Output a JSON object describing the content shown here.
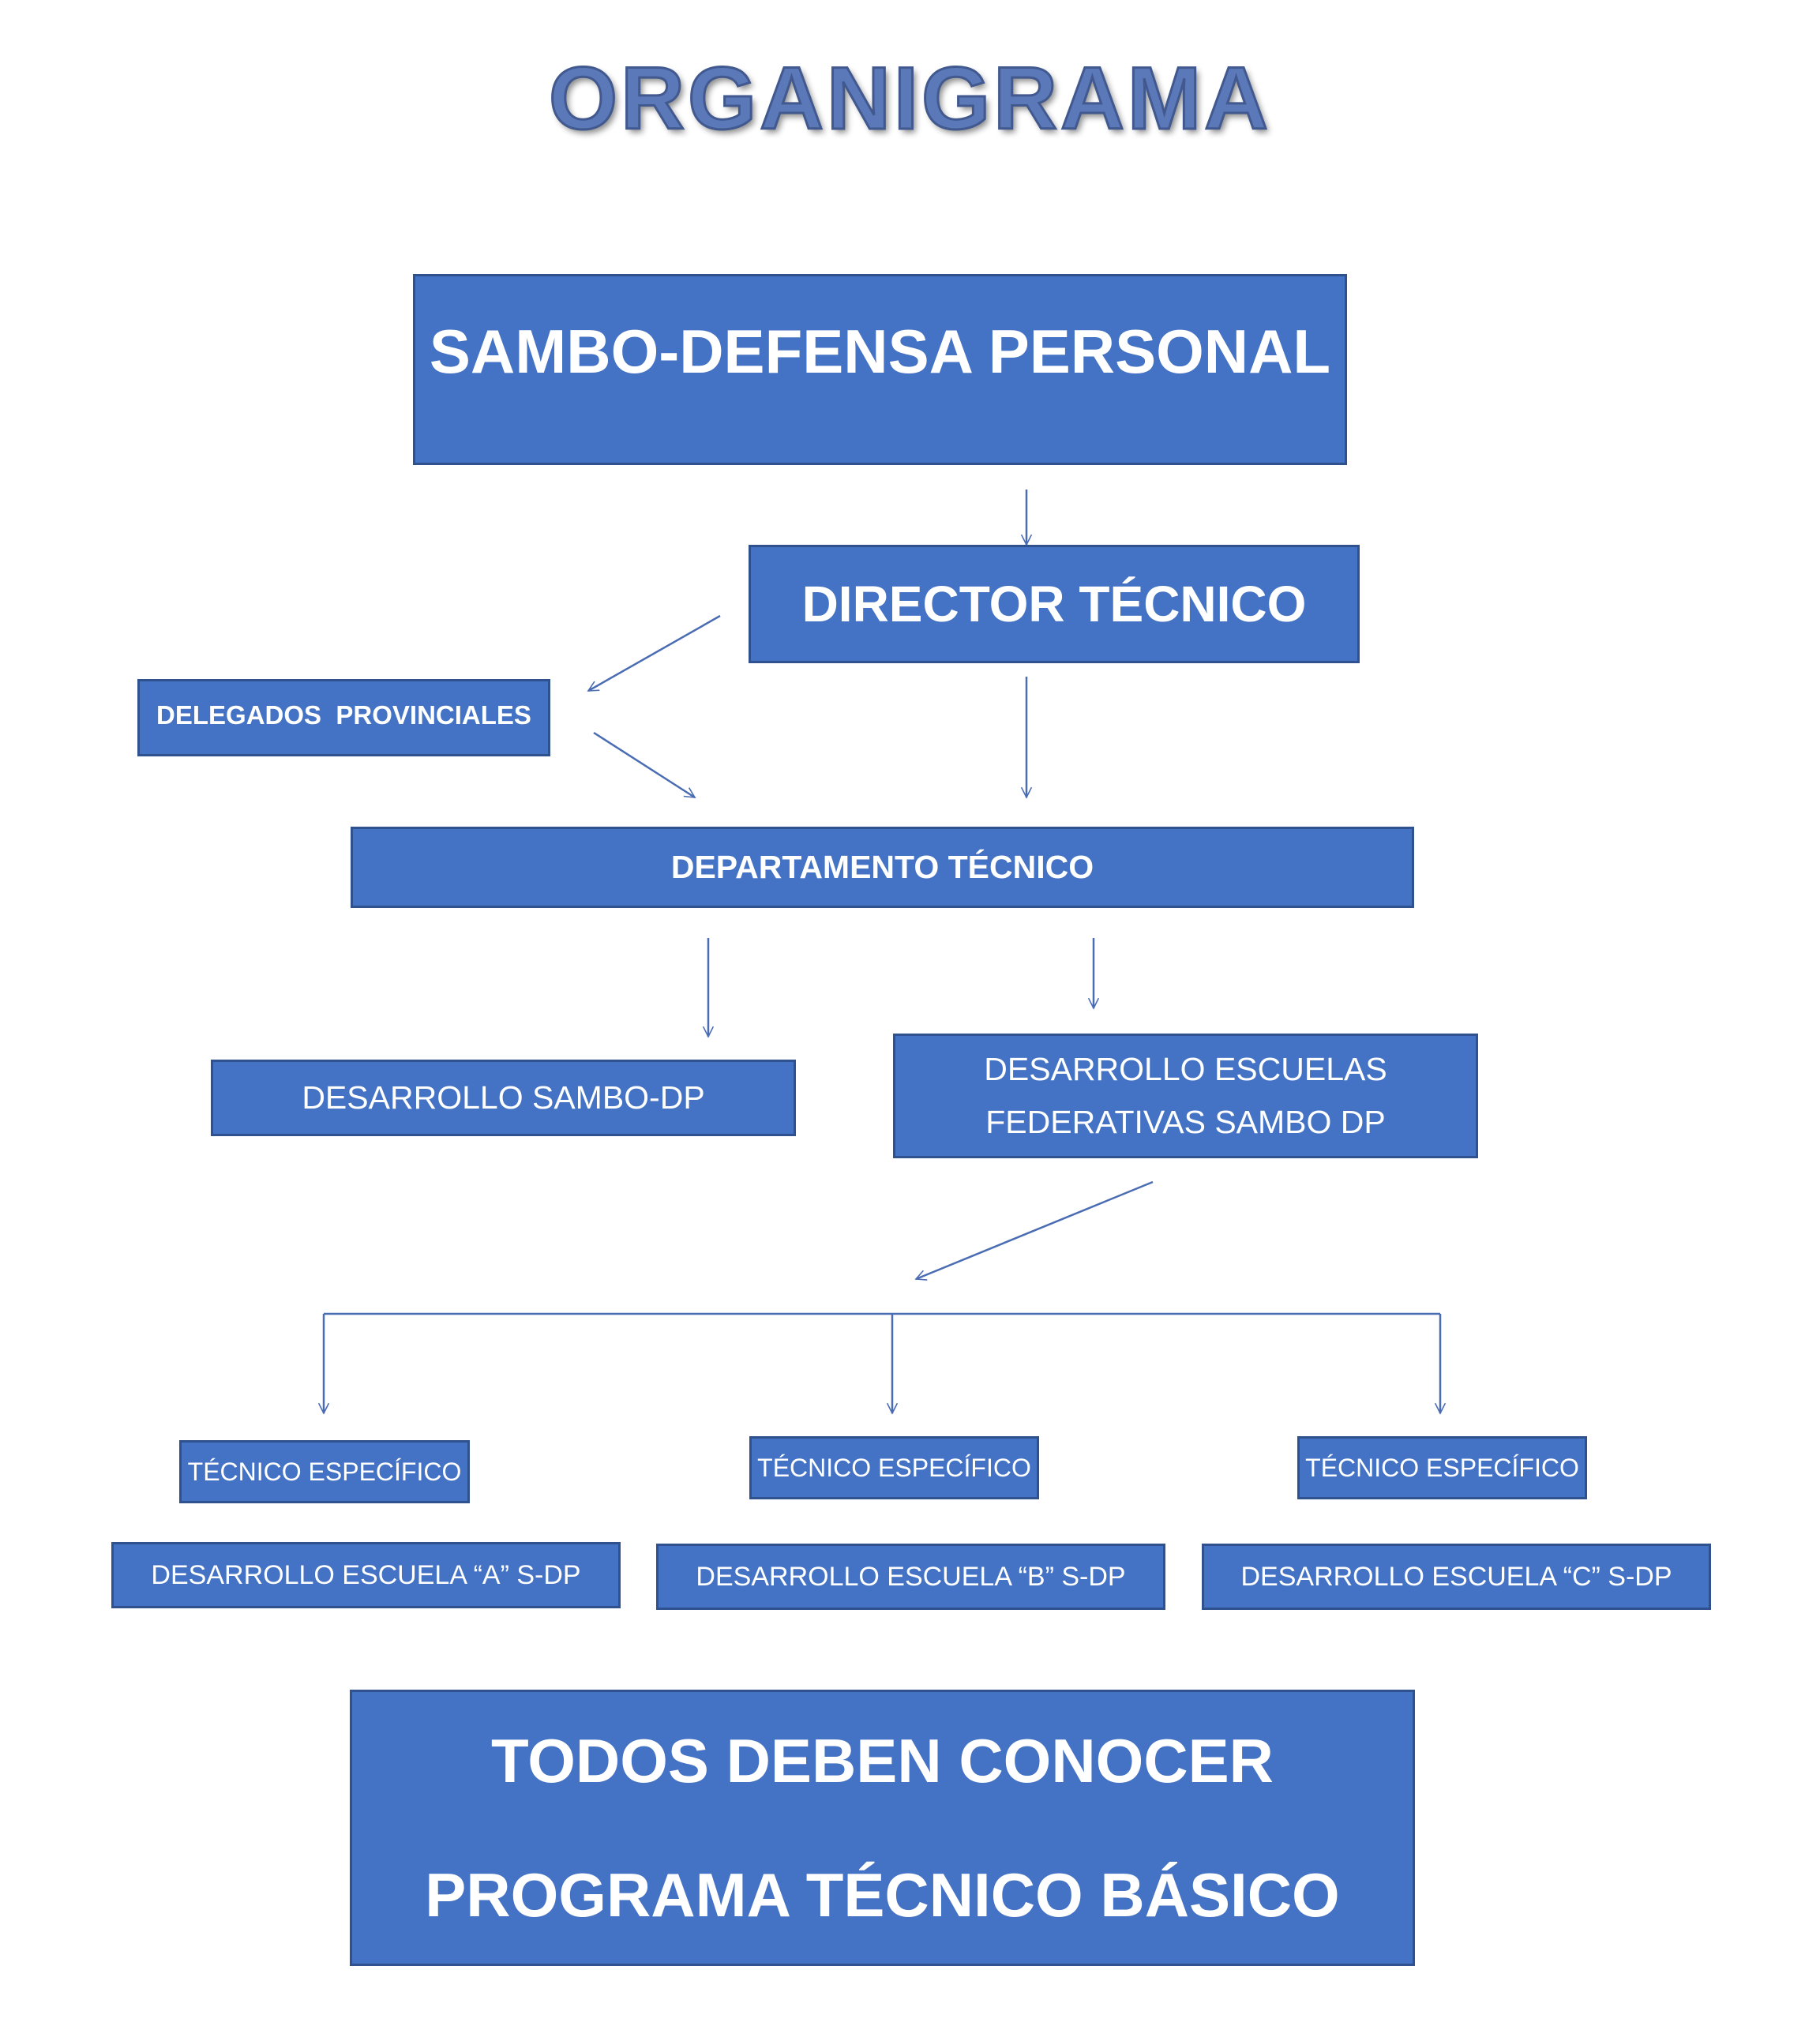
{
  "title": "ORGANIGRAMA",
  "boxes": {
    "root": "SAMBO-DEFENSA PERSONAL",
    "director": "DIRECTOR TÉCNICO",
    "delegados": "DELEGADOS  PROVINCIALES",
    "departamento": "DEPARTAMENTO TÉCNICO",
    "desarrollo_sambo": "DESARROLLO SAMBO-DP",
    "desarrollo_escuelas": {
      "line1": "DESARROLLO ESCUELAS",
      "line2": "FEDERATIVAS SAMBO DP"
    },
    "tecnicos": [
      {
        "label": "TÉCNICO ESPECÍFICO",
        "escuela": "DESARROLLO ESCUELA “A” S-DP"
      },
      {
        "label": "TÉCNICO ESPECÍFICO",
        "escuela": "DESARROLLO ESCUELA “B” S-DP"
      },
      {
        "label": "TÉCNICO ESPECÍFICO",
        "escuela": "DESARROLLO ESCUELA “C” S-DP"
      }
    ],
    "footer": {
      "line1": "TODOS DEBEN CONOCER",
      "line2": "PROGRAMA TÉCNICO BÁSICO"
    }
  },
  "colors": {
    "box_fill": "#4472c4",
    "box_border": "#2f528f",
    "box_text": "#ffffff",
    "arrow": "#4a6cb3"
  }
}
